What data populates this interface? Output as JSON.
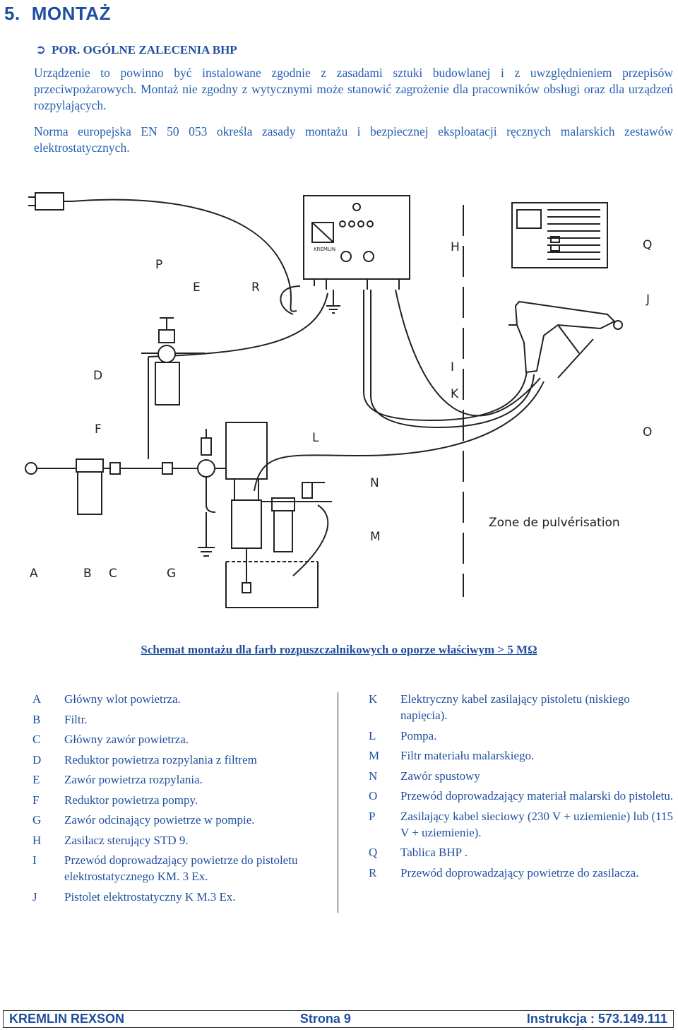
{
  "header": {
    "number": "5.",
    "title": "MONTAŻ",
    "subhead": "POR. OGÓLNE ZALECENIA BHP"
  },
  "paragraphs": [
    "Urządzenie to powinno być instalowane zgodnie z zasadami sztuki budowlanej i z uwzględnieniem przepisów przeciwpożarowych. Montaż nie zgodny z wytycznymi może stanowić zagrożenie dla pracowników obsługi oraz dla urządzeń rozpylających.",
    "Norma europejska EN 50 053 określa zasady montażu i bezpiecznej eksploatacji ręcznych malarskich zestawów elektrostatycznych."
  ],
  "diagram": {
    "zone_label": "Zone de pulvérisation",
    "panel_brand": "KREMLIN",
    "letters": [
      "P",
      "E",
      "R",
      "H",
      "Q",
      "J",
      "I",
      "K",
      "D",
      "F",
      "L",
      "O",
      "N",
      "M",
      "A",
      "B",
      "C",
      "G"
    ]
  },
  "caption": "Schemat montażu dla farb rozpuszczalnikowych o oporze właściwym > 5 MΩ",
  "legend_left": [
    {
      "key": "A",
      "text": "Główny wlot powietrza."
    },
    {
      "key": "B",
      "text": "Filtr."
    },
    {
      "key": "C",
      "text": "Główny zawór powietrza."
    },
    {
      "key": "D",
      "text": "Reduktor powietrza rozpylania z filtrem"
    },
    {
      "key": "E",
      "text": "Zawór powietrza rozpylania."
    },
    {
      "key": "F",
      "text": "Reduktor powietrza pompy."
    },
    {
      "key": "G",
      "text": "Zawór odcinający powietrze w pompie."
    },
    {
      "key": "H",
      "text": "Zasilacz sterujący STD 9."
    },
    {
      "key": "I",
      "text": "Przewód doprowadzający powietrze do pistoletu elektrostatycznego KM. 3 Ex."
    },
    {
      "key": "J",
      "text": "Pistolet elektrostatyczny K M.3 Ex."
    }
  ],
  "legend_right": [
    {
      "key": "K",
      "text": "Elektryczny kabel zasilający pistoletu (niskiego napięcia)."
    },
    {
      "key": "L",
      "text": "Pompa."
    },
    {
      "key": "M",
      "text": "Filtr materiału malarskiego."
    },
    {
      "key": "N",
      "text": "Zawór spustowy"
    },
    {
      "key": "O",
      "text": "Przewód doprowadzający materiał malarski do pistoletu."
    },
    {
      "key": "P",
      "text": "Zasilający kabel sieciowy (230 V + uziemienie) lub (115 V + uziemienie)."
    },
    {
      "key": "Q",
      "text": "Tablica BHP ."
    },
    {
      "key": "R",
      "text": "Przewód doprowadzający powietrze do zasilacza."
    }
  ],
  "footer": {
    "left": "KREMLIN REXSON",
    "center": "Strona 9",
    "right": "Instrukcja : 573.149.111"
  }
}
